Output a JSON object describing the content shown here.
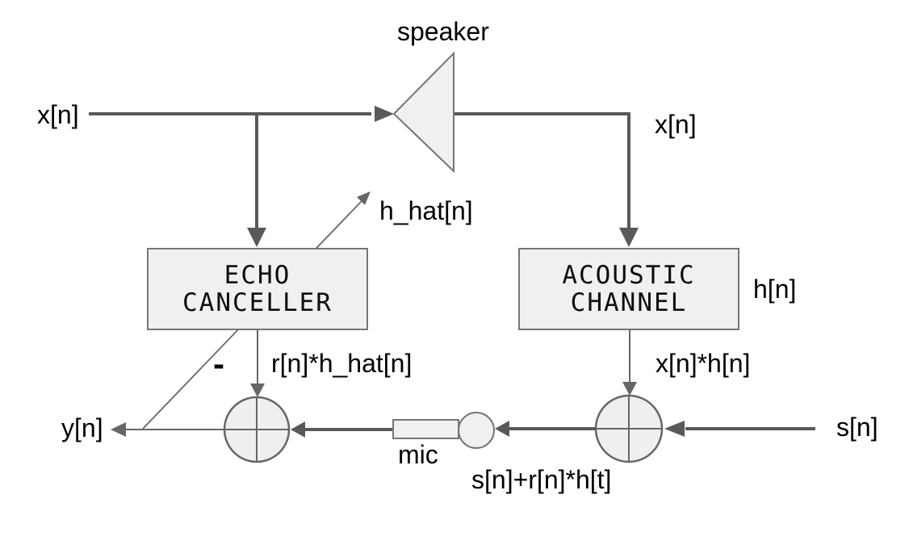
{
  "diagram": {
    "labels": {
      "speaker": "speaker",
      "far_end_input_left": "x[n]",
      "far_end_input_right": "x[n]",
      "estimated_impulse_response": "h_hat[n]",
      "room_impulse_response": "h[n]",
      "echo_estimate": "r[n]*h_hat[n]",
      "echo_signal": "x[n]*h[n]",
      "output_signal": "y[n]",
      "minus_sign": "-",
      "mic": "mic",
      "mic_signal": "s[n]+r[n]*h[t]",
      "near_end_speech": "s[n]"
    },
    "blocks": {
      "echo_canceller": {
        "line1": "ECHO",
        "line2": "CANCELLER"
      },
      "acoustic_channel": {
        "line1": "ACOUSTIC",
        "line2": "CHANNEL"
      }
    },
    "colors": {
      "background": "#ffffff",
      "thick_line": "#595959",
      "thin_line": "#666666",
      "block_fill": "#f0f0f0",
      "block_stroke": "#757575",
      "text": "#000000"
    }
  }
}
